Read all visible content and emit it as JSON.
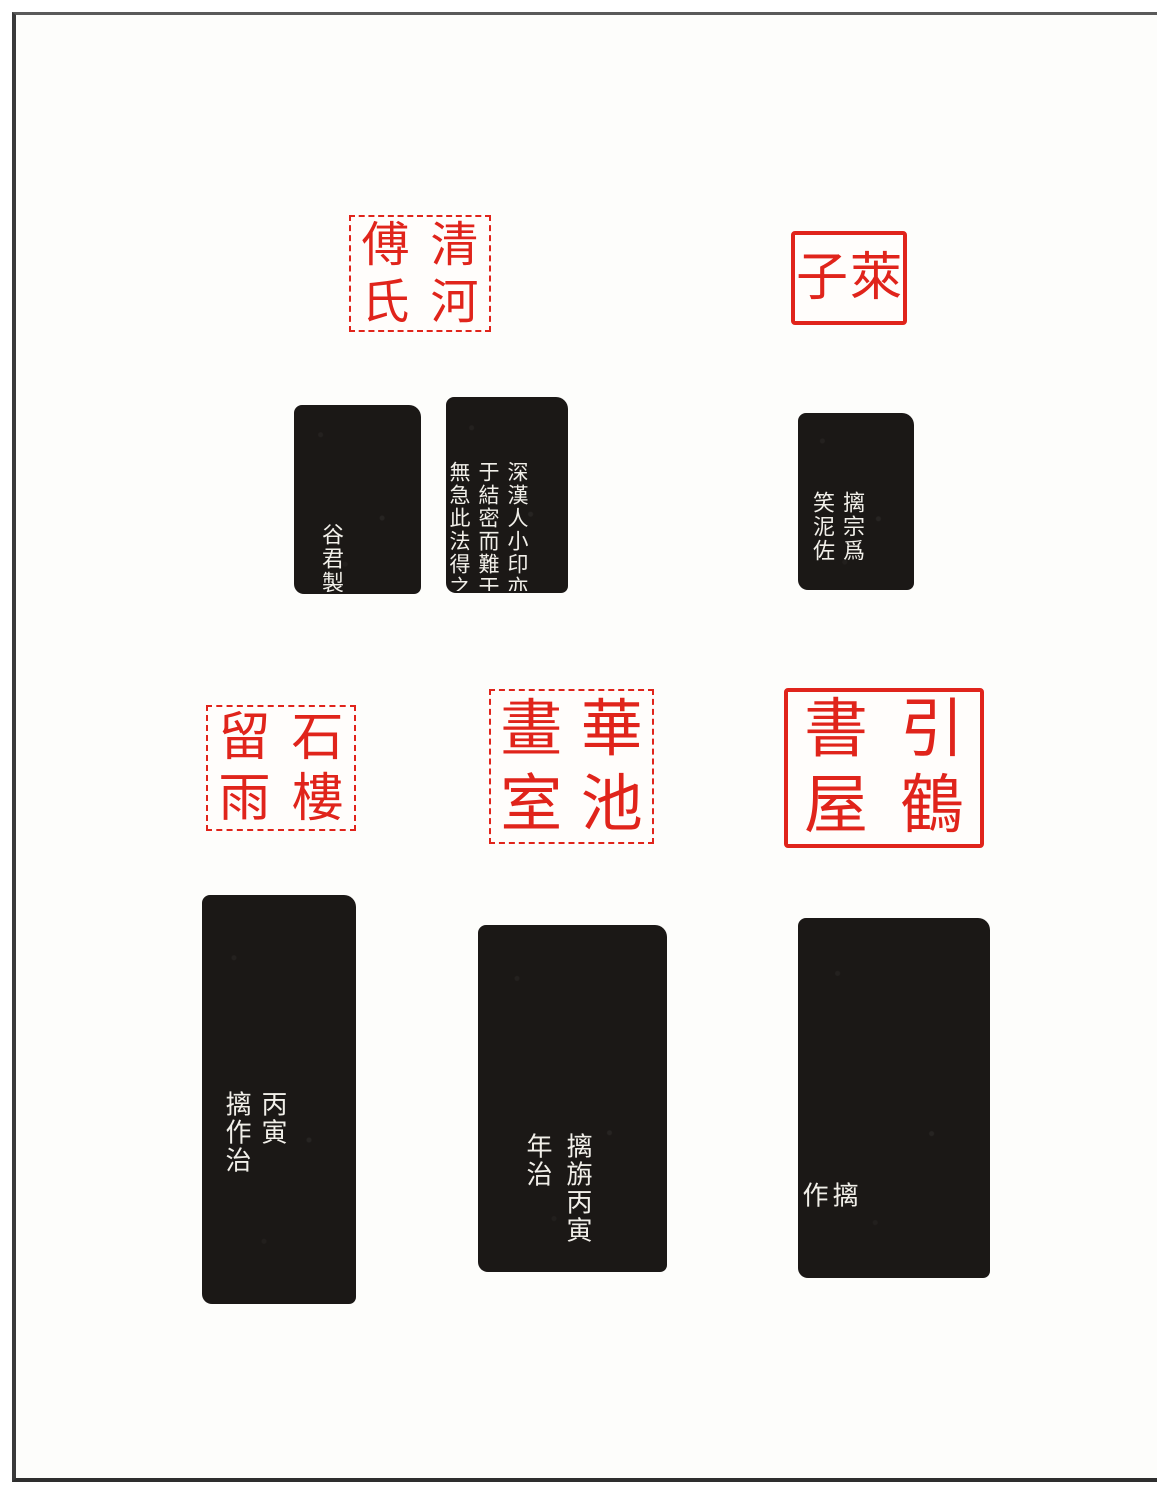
{
  "colors": {
    "seal_red": "#e0241b",
    "ink": "#1b1816",
    "paper": "#fdfdfb",
    "frame": "#3a3a3a"
  },
  "seals": {
    "top_left": {
      "chars": [
        "清",
        "河",
        "傅",
        "氏"
      ]
    },
    "top_right": {
      "chars": [
        "萊",
        "子"
      ]
    },
    "bottom_left": {
      "chars": [
        "石",
        "樓",
        "留",
        "雨"
      ]
    },
    "bottom_middle": {
      "chars": [
        "華",
        "池",
        "畫",
        "室"
      ]
    },
    "bottom_right": {
      "chars": [
        "引",
        "鶴",
        "書",
        "屋"
      ]
    }
  },
  "rubbings": {
    "top_left_a": {
      "columns": [
        "谷君製"
      ]
    },
    "top_left_b": {
      "columns": [
        "深漢人小印亦難",
        "于結密而難于",
        "無急此法得之"
      ]
    },
    "top_right": {
      "columns": [
        "摛宗爲",
        "笑泥佐"
      ]
    },
    "bottom_left": {
      "columns": [
        "丙寅",
        "摛作治"
      ]
    },
    "bottom_middle": {
      "columns": [
        "摛旃丙寅",
        "年治"
      ]
    },
    "bottom_right": {
      "columns": [
        "摛",
        "作"
      ]
    }
  }
}
